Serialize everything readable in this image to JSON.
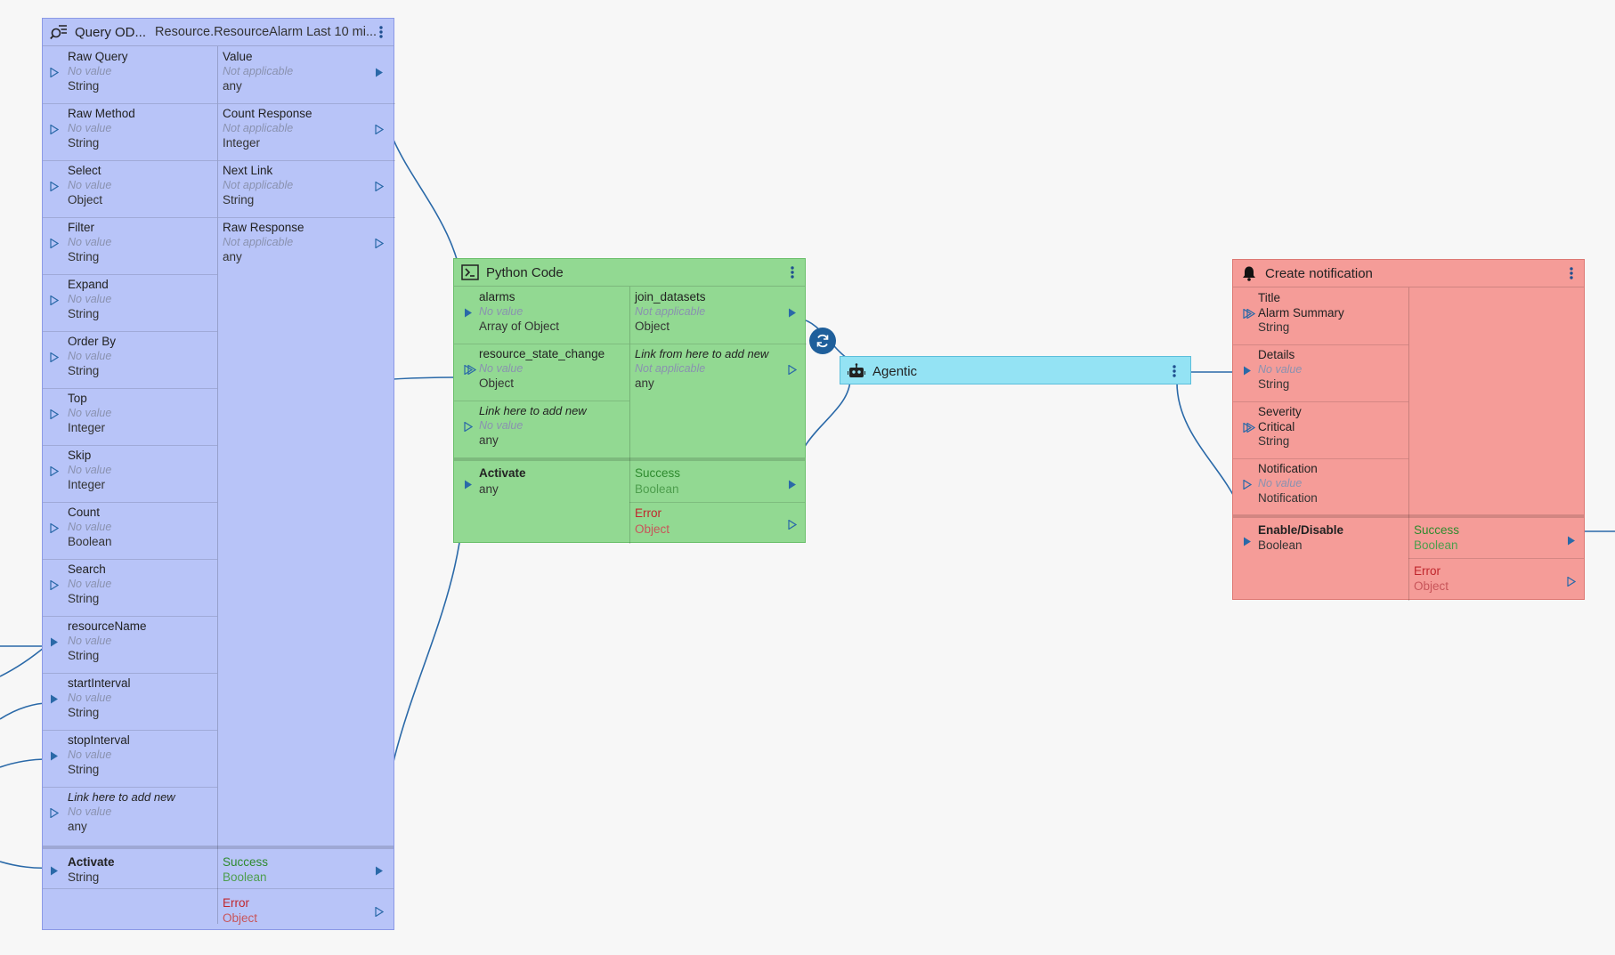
{
  "query_node": {
    "title": "Query OD...",
    "subtitle": "Resource.ResourceAlarm Last 10 mi...",
    "icon": "query-icon",
    "color": "#b8c4f8",
    "inputs": [
      {
        "label": "Raw Query",
        "value": "No value",
        "type": "String"
      },
      {
        "label": "Raw Method",
        "value": "No value",
        "type": "String"
      },
      {
        "label": "Select",
        "value": "No value",
        "type": "Object"
      },
      {
        "label": "Filter",
        "value": "No value",
        "type": "String"
      },
      {
        "label": "Expand",
        "value": "No value",
        "type": "String"
      },
      {
        "label": "Order By",
        "value": "No value",
        "type": "String"
      },
      {
        "label": "Top",
        "value": "No value",
        "type": "Integer"
      },
      {
        "label": "Skip",
        "value": "No value",
        "type": "Integer"
      },
      {
        "label": "Count",
        "value": "No value",
        "type": "Boolean"
      },
      {
        "label": "Search",
        "value": "No value",
        "type": "String"
      },
      {
        "label": "resourceName",
        "value": "No value",
        "type": "String"
      },
      {
        "label": "startInterval",
        "value": "No value",
        "type": "String"
      },
      {
        "label": "stopInterval",
        "value": "No value",
        "type": "String"
      },
      {
        "label": "Link here to add new",
        "value": "No value",
        "type": "any"
      }
    ],
    "outputs": [
      {
        "label": "Value",
        "value": "Not applicable",
        "type": "any"
      },
      {
        "label": "Count Response",
        "value": "Not applicable",
        "type": "Integer"
      },
      {
        "label": "Next Link",
        "value": "Not applicable",
        "type": "String"
      },
      {
        "label": "Raw Response",
        "value": "Not applicable",
        "type": "any"
      }
    ],
    "activate": {
      "label": "Activate",
      "type": "String"
    },
    "success": {
      "label": "Success",
      "type": "Boolean"
    },
    "error": {
      "label": "Error",
      "type": "Object"
    }
  },
  "python_node": {
    "title": "Python Code",
    "icon": "terminal-icon",
    "color": "#92d992",
    "inputs": [
      {
        "label": "alarms",
        "value": "No value",
        "type": "Array of Object"
      },
      {
        "label": "resource_state_change",
        "value": "No value",
        "type": "Object"
      },
      {
        "label": "Link here to add new",
        "value": "No value",
        "type": "any"
      }
    ],
    "outputs": [
      {
        "label": "join_datasets",
        "value": "Not applicable",
        "type": "Object"
      },
      {
        "label": "Link from here to add new",
        "value": "Not applicable",
        "type": "any"
      }
    ],
    "activate": {
      "label": "Activate",
      "type": "any"
    },
    "success": {
      "label": "Success",
      "type": "Boolean"
    },
    "error": {
      "label": "Error",
      "type": "Object"
    }
  },
  "agentic_node": {
    "title": "Agentic",
    "icon": "robot-icon",
    "color": "#94e3f4"
  },
  "notification_node": {
    "title": "Create notification",
    "icon": "bell-icon",
    "color": "#f59c98",
    "inputs": [
      {
        "label": "Title",
        "value": "Alarm Summary",
        "type": "String"
      },
      {
        "label": "Details",
        "value": "No value",
        "type": "String"
      },
      {
        "label": "Severity",
        "value": "Critical",
        "type": "String"
      },
      {
        "label": "Notification",
        "value": "No value",
        "type": "Notification"
      }
    ],
    "activate": {
      "label": "Enable/Disable",
      "type": "Boolean"
    },
    "success": {
      "label": "Success",
      "type": "Boolean"
    },
    "error": {
      "label": "Error",
      "type": "Object"
    }
  },
  "icons": {
    "redo": "refresh-icon",
    "menu": "kebab-menu-icon",
    "port": "port-arrow-icon"
  },
  "colors": {
    "wire": "#2a69a8",
    "port": "#2a69a8",
    "success": "#2e8a2e",
    "error": "#c0272d"
  }
}
